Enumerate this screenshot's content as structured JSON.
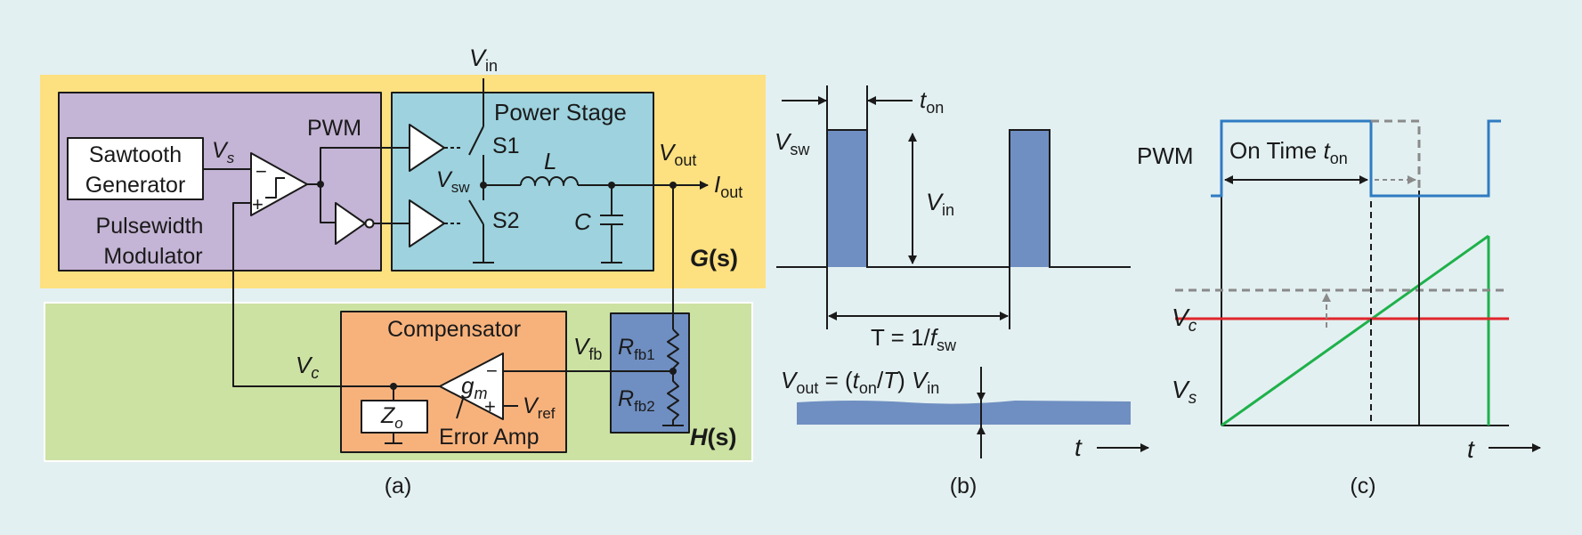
{
  "panel_a": {
    "caption": "(a)",
    "g_block": {
      "label": "G",
      "var": "(s)"
    },
    "h_block": {
      "label": "H",
      "var": "(s)"
    },
    "modulator": {
      "title_line1": "Pulsewidth",
      "title_line2": "Modulator"
    },
    "sawtooth": {
      "line1": "Sawtooth",
      "line2": "Generator"
    },
    "vs_label": {
      "main": "V",
      "sub": "s"
    },
    "pwm_label": "PWM",
    "power_stage": {
      "title": "Power Stage"
    },
    "vin_label": {
      "main": "V",
      "sub": "in"
    },
    "s1_label": "S1",
    "s2_label": "S2",
    "vsw_label": {
      "main": "V",
      "sub": "sw"
    },
    "inductor_label": "L",
    "capacitor_label": "C",
    "vout_label": {
      "main": "V",
      "sub": "out"
    },
    "iout_label": {
      "main": "I",
      "sub": "out"
    },
    "compensator": {
      "title": "Compensator"
    },
    "vc_label": {
      "main": "V",
      "sub": "c"
    },
    "vfb_label": {
      "main": "V",
      "sub": "fb"
    },
    "gm_label": {
      "main": "g",
      "sub": "m"
    },
    "vref_label": {
      "main": "V",
      "sub": "ref"
    },
    "zo_label": {
      "main": "Z",
      "sub": "o"
    },
    "error_amp_label": "Error Amp",
    "rfb1_label": {
      "main": "R",
      "sub": "fb1"
    },
    "rfb2_label": {
      "main": "R",
      "sub": "fb2"
    },
    "minus_sign": "−",
    "plus_sign": "+"
  },
  "panel_b": {
    "caption": "(b)",
    "ton_label": {
      "main": "t",
      "sub": "on"
    },
    "vsw_label": {
      "main": "V",
      "sub": "sw"
    },
    "vin_label": {
      "main": "V",
      "sub": "in"
    },
    "period_label": {
      "prefix": "T = 1/",
      "main": "f",
      "sub": "sw"
    },
    "vout_eq": {
      "v": "V",
      "v_sub": "out",
      "eq": " = (",
      "t": "t",
      "t_sub": "on",
      "slash": "/",
      "T": "T",
      "close": ") ",
      "vin": "V",
      "vin_sub": "in"
    },
    "t_axis_label": "t"
  },
  "panel_c": {
    "caption": "(c)",
    "pwm_label": "PWM",
    "on_time_label": {
      "text": "On Time ",
      "main": "t",
      "sub": "on"
    },
    "vc_label": {
      "main": "V",
      "sub": "c"
    },
    "vs_label": {
      "main": "V",
      "sub": "s"
    },
    "t_axis_label": "t"
  },
  "colors": {
    "background": "#e3f0f1",
    "g_block": "#fde07f",
    "h_block": "#cce2a2",
    "modulator": "#c4b4d5",
    "power_stage": "#9dd2de",
    "compensator": "#f7b27c",
    "feedback": "#6f8fc2",
    "pwm_signal": "#2f7bc2",
    "vc_line": "#e0262d",
    "vs_ramp": "#1eb14b",
    "dashed_gray": "#8a8a8a"
  }
}
